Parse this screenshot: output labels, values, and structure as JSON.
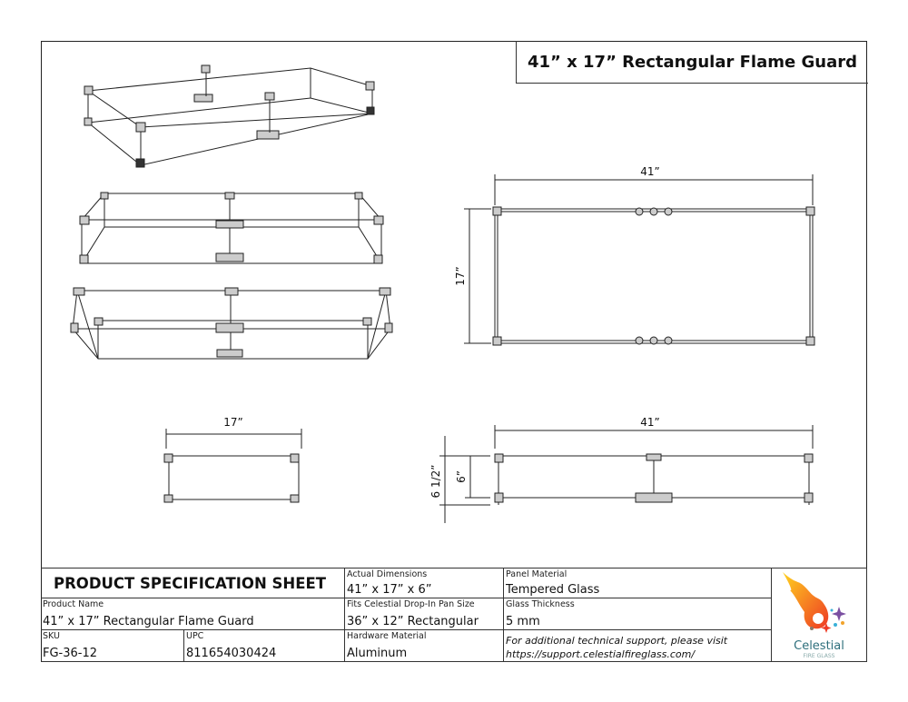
{
  "title": "41” x 17” Rectangular Flame Guard",
  "dimensions": {
    "top_width": "41”",
    "top_depth": "17”",
    "end_width": "17”",
    "front_width": "41”",
    "overall_height": "6 1/2”",
    "panel_height": "6”"
  },
  "spec": {
    "heading": "PRODUCT SPECIFICATION SHEET",
    "product_name_label": "Product Name",
    "product_name": "41” x 17” Rectangular Flame Guard",
    "sku_label": "SKU",
    "sku": "FG-36-12",
    "upc_label": "UPC",
    "upc": "811654030424",
    "actual_dimensions_label": "Actual Dimensions",
    "actual_dimensions": "41” x 17” x 6”",
    "pan_size_label": "Fits Celestial Drop-In Pan Size",
    "pan_size": "36” x 12” Rectangular",
    "hardware_label": "Hardware Material",
    "hardware": "Aluminum",
    "panel_material_label": "Panel Material",
    "panel_material": "Tempered Glass",
    "thickness_label": "Glass Thickness",
    "thickness": "5 mm",
    "support_line1": "For additional technical support, please visit",
    "support_line2": "https://support.celestialfireglass.com/"
  },
  "logo": {
    "name": "Celestial",
    "sub": "FIRE GLASS"
  }
}
